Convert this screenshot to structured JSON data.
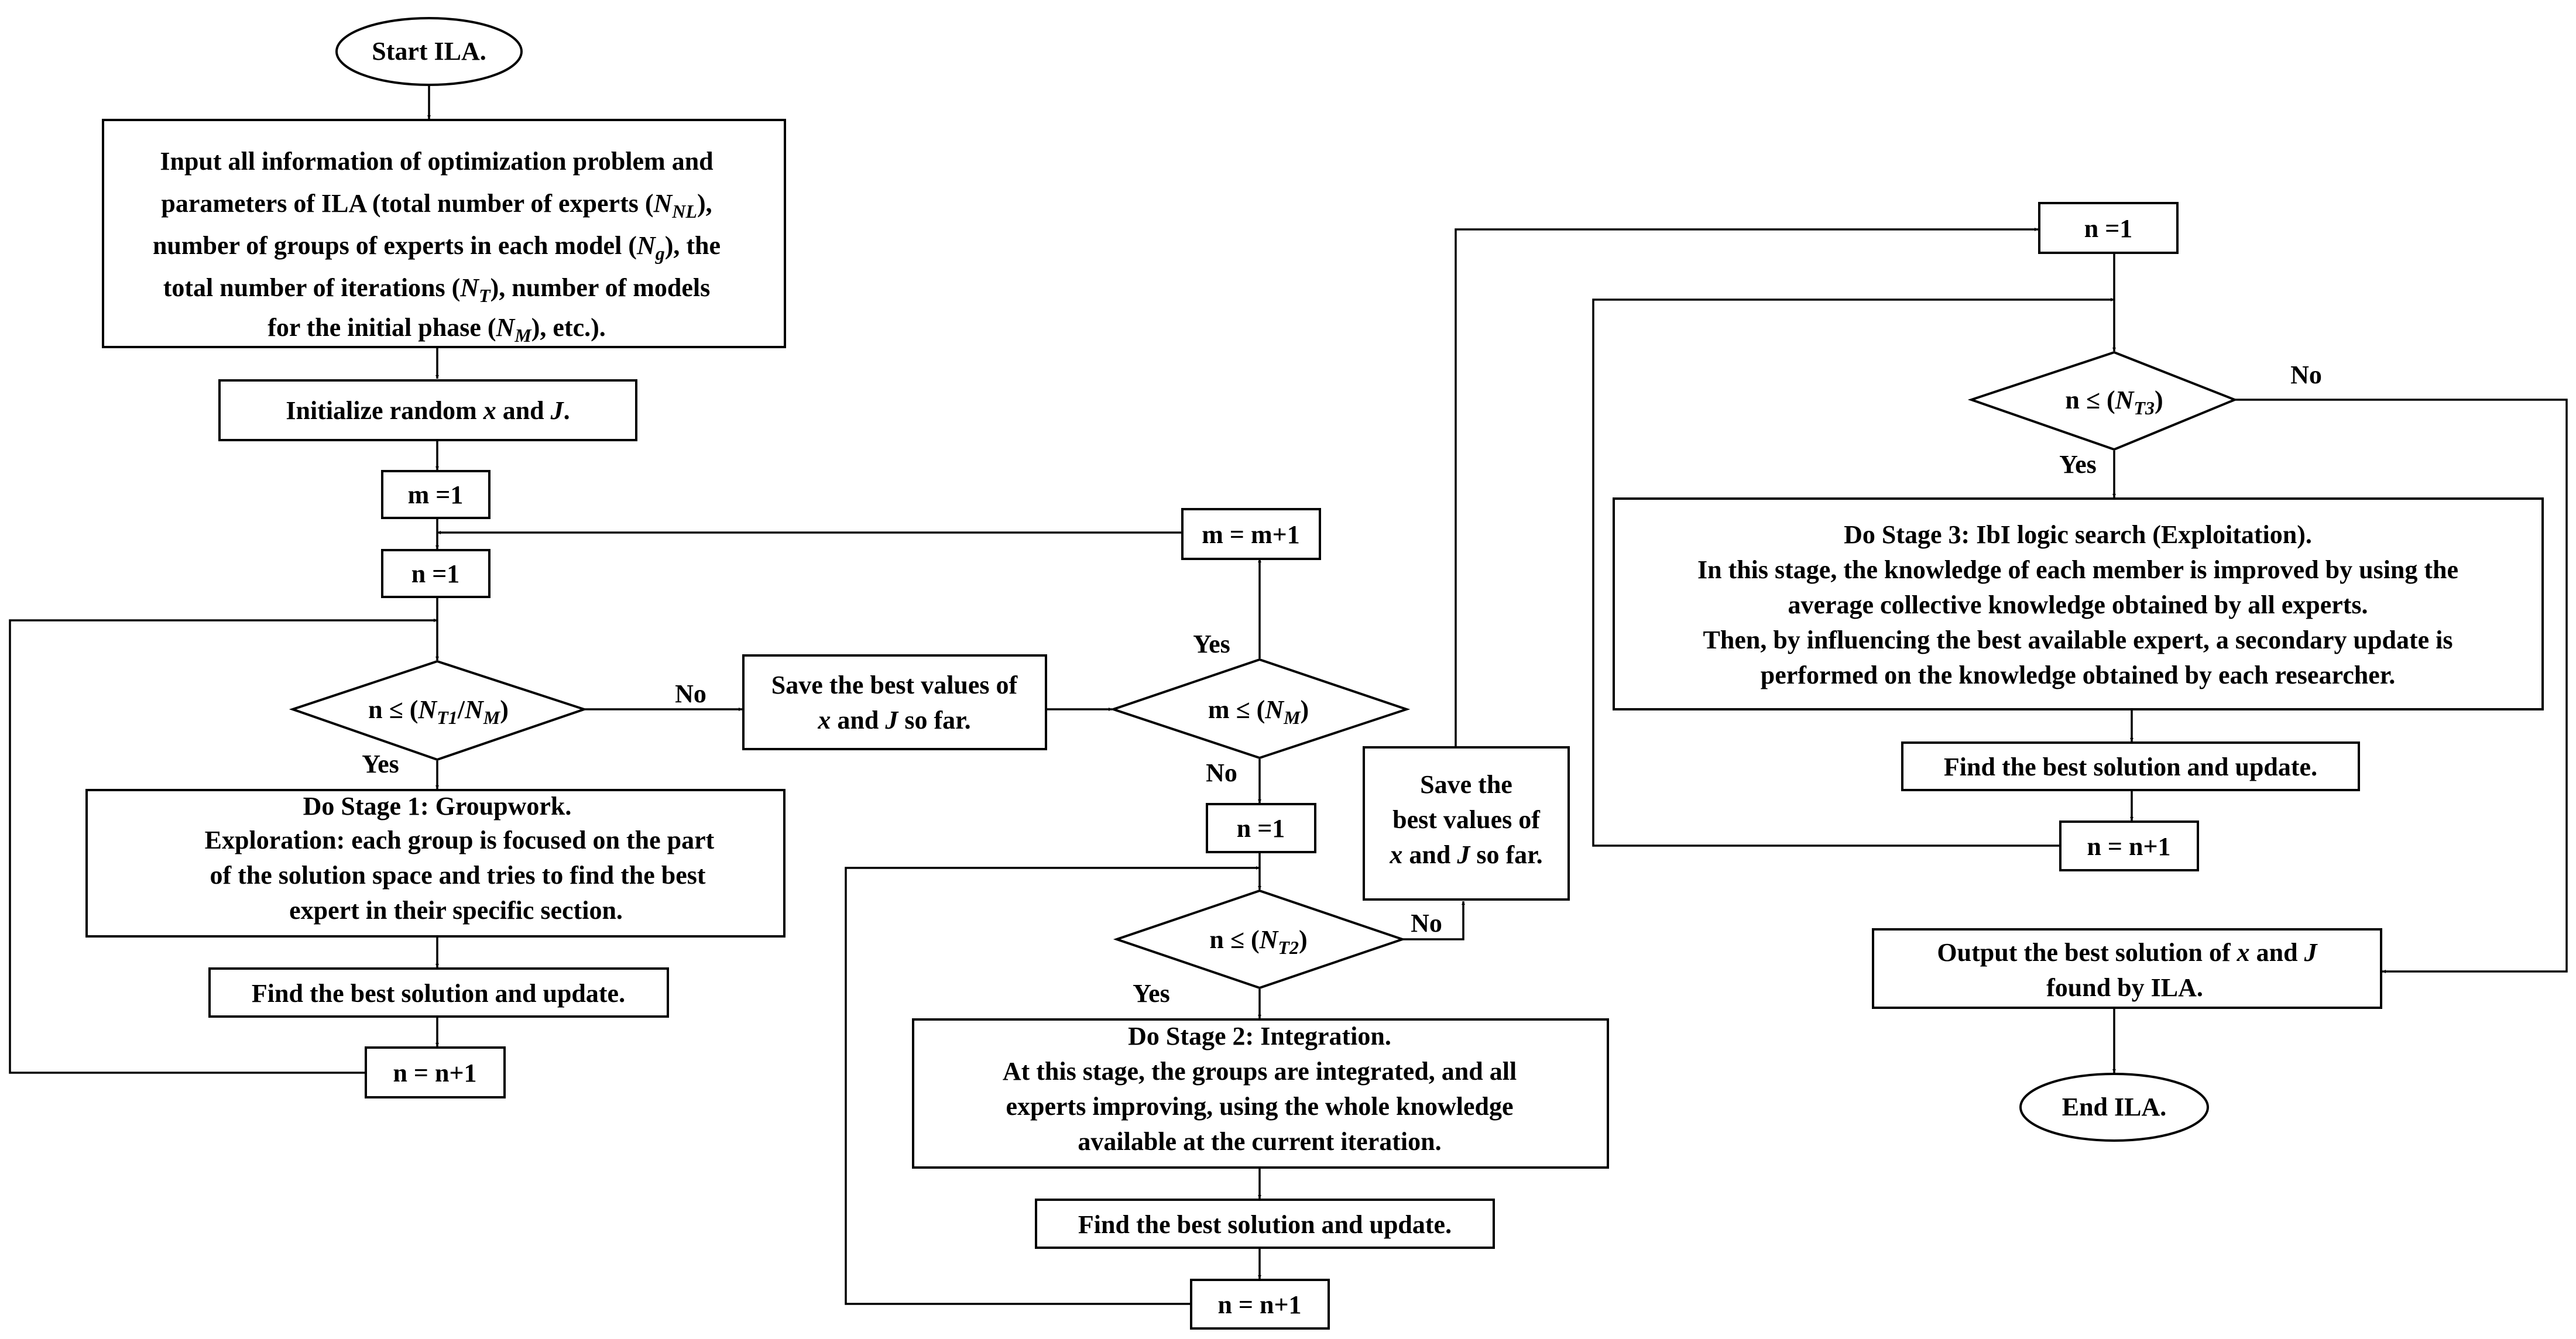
{
  "start": "Start ILA.",
  "end": "End ILA.",
  "input": {
    "l1": "Input all information of optimization problem and",
    "l2a": "parameters of  ILA (total number of experts (",
    "l2v": "N",
    "l2s": "NL",
    "l2b": "),",
    "l3a": "number of groups of experts in each model (",
    "l3v": "N",
    "l3s": "g",
    "l3b": "), the",
    "l4a": "total number of iterations (",
    "l4v": "N",
    "l4s": "T",
    "l4b": "), number of models",
    "l5a": "for the initial phase (",
    "l5v": "N",
    "l5s": "M",
    "l5b": "), etc.)."
  },
  "init": {
    "a": "Initialize random ",
    "x": "x",
    "mid": " and ",
    "j": "J",
    "end": "."
  },
  "m_init": "m =1",
  "n_init_1": "n =1",
  "cond1": {
    "a": "n ≤ (",
    "v1": "N",
    "s1": "T1",
    "sl": "/",
    "v2": "N",
    "s2": "M",
    "b": ")"
  },
  "stage1": {
    "l1": "Do Stage 1: Groupwork.",
    "l2": "Exploration: each group is focused on the part",
    "l3": "of the solution space and tries to find the best",
    "l4": "expert in their specific section."
  },
  "find1": "Find the best solution and update.",
  "inc1": "n = n+1",
  "save1": {
    "l1": "Save the best values of",
    "x": "x",
    "mid": " and ",
    "j": "J",
    "end": " so far."
  },
  "m_inc": "m = m+1",
  "cond_m": {
    "a": "m ≤ (",
    "v": "N",
    "s": "M",
    "b": ")"
  },
  "n_init_2": "n =1",
  "cond2": {
    "a": "n ≤ (",
    "v": "N",
    "s": "T2",
    "b": ")"
  },
  "stage2": {
    "l1": "Do Stage 2: Integration.",
    "l2": "At this stage, the groups are integrated, and all",
    "l3": "experts improving, using the whole knowledge",
    "l4": "available at the current iteration."
  },
  "find2": "Find the best solution and update.",
  "inc2": "n = n+1",
  "save2": {
    "l1": "Save the",
    "l2": "best values of",
    "x": "x",
    "mid": " and ",
    "j": "J",
    "end": " so far."
  },
  "n_init_3": "n =1",
  "cond3": {
    "a": "n ≤ (",
    "v": "N",
    "s": "T3",
    "b": ")"
  },
  "stage3": {
    "l1": "Do Stage 3: IbI logic search (Exploitation).",
    "l2": "In this stage, the knowledge of each member is improved by using the",
    "l3": "average collective knowledge obtained by all experts.",
    "l4": "Then, by influencing the best available expert, a secondary update is",
    "l5": "performed on the knowledge obtained by each researcher."
  },
  "find3": "Find the best solution and update.",
  "inc3": "n = n+1",
  "output": {
    "a": "Output the best solution of ",
    "x": "x",
    "mid": " and ",
    "j": "J",
    "l2": "found by ILA."
  },
  "labels": {
    "yes": "Yes",
    "no": "No"
  }
}
